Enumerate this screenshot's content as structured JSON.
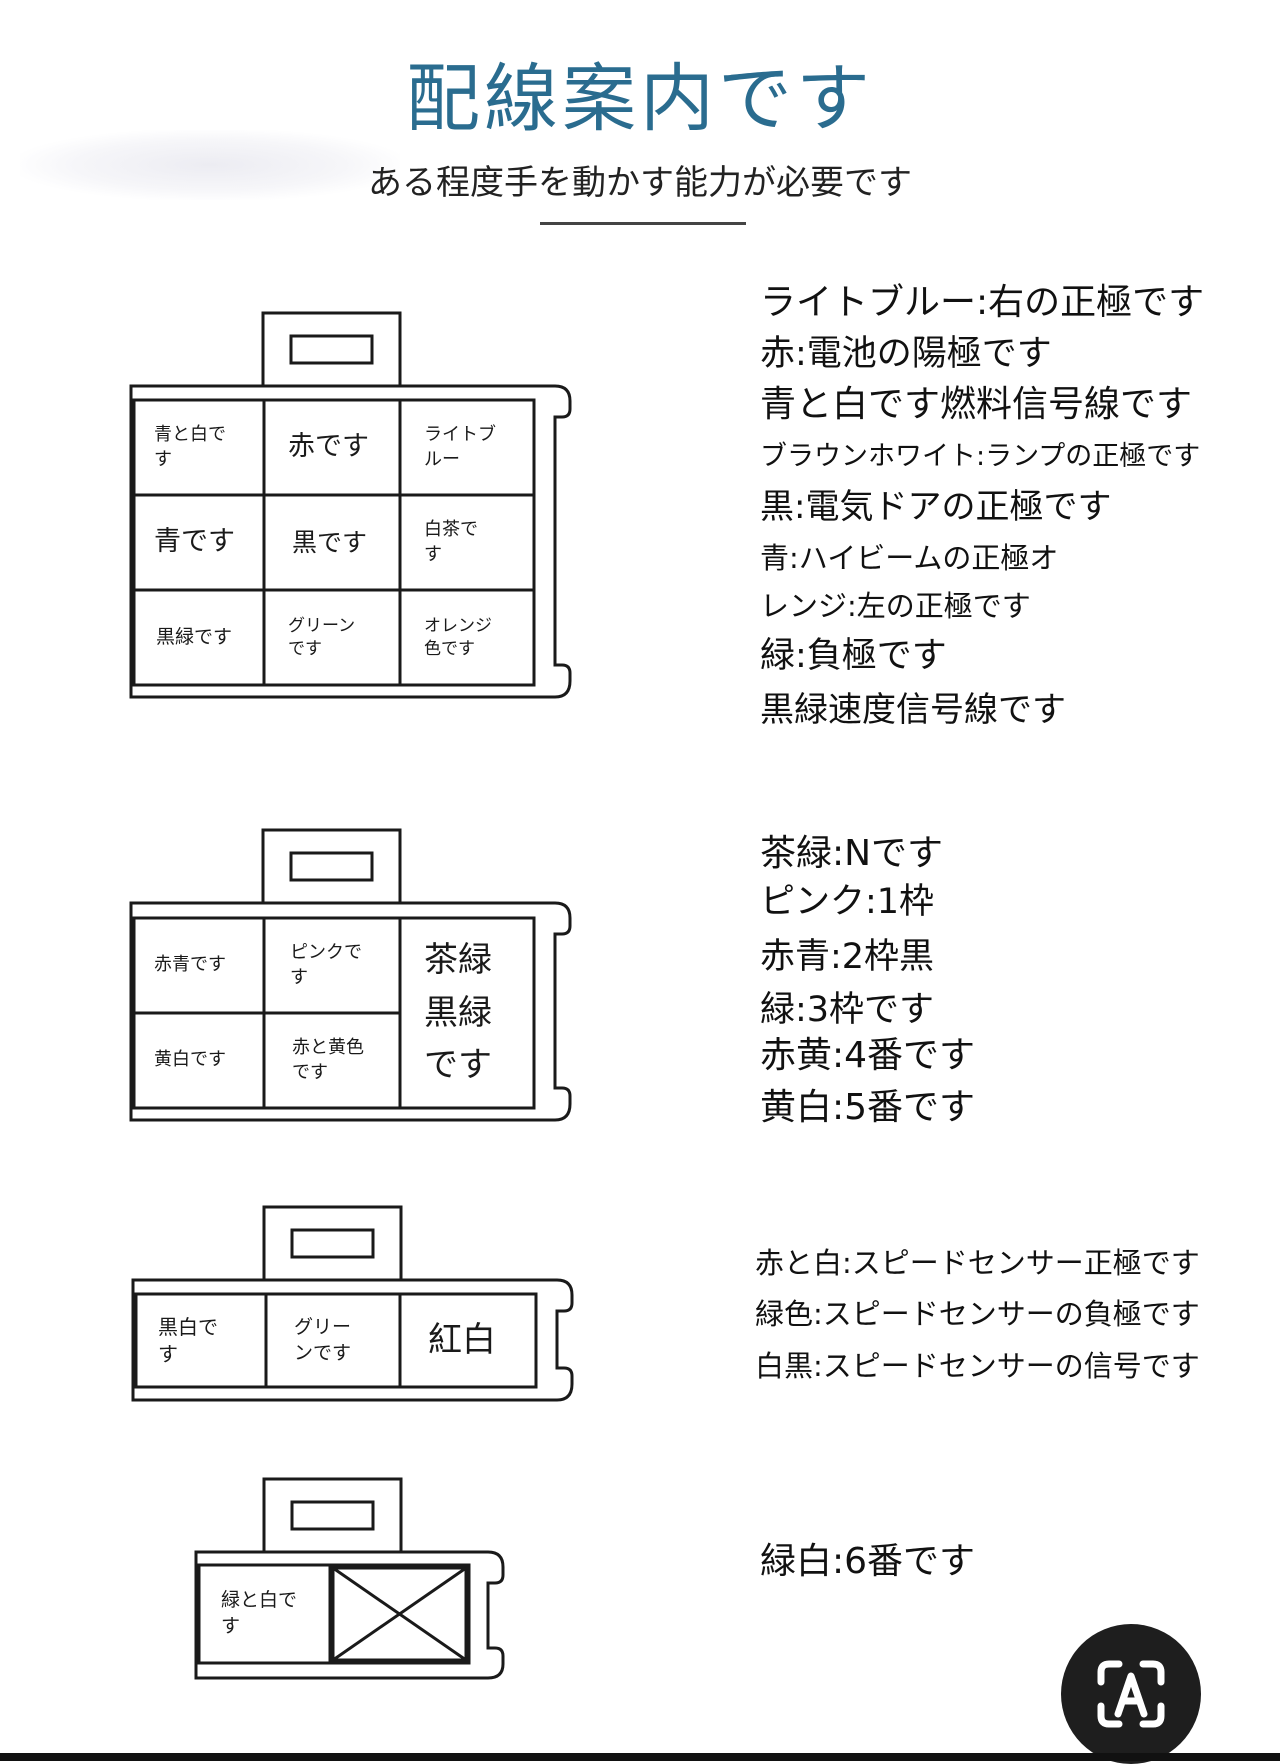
{
  "header": {
    "title": "配線案内です",
    "subtitle": "ある程度手を動かす能力が必要です"
  },
  "connectors": [
    {
      "cells": [
        {
          "text": "青と白で\nす"
        },
        {
          "text": "赤です"
        },
        {
          "text": "ライトブ\nルー"
        },
        {
          "text": "青です"
        },
        {
          "text": "黒です"
        },
        {
          "text": "白茶で\nす"
        },
        {
          "text": "黒緑です"
        },
        {
          "text": "グリーン\nです"
        },
        {
          "text": "オレンジ\n色です"
        }
      ],
      "legend": [
        "ライトブルー:右の正極です",
        "赤:電池の陽極です",
        "青と白です燃料信号線です",
        "ブラウンホワイト:ランプの正極です",
        "黒:電気ドアの正極です",
        "青:ハイビームの正極オ",
        "レンジ:左の正極です",
        "緑:負極です",
        "黒緑速度信号線です"
      ]
    },
    {
      "cells": [
        {
          "text": "赤青です"
        },
        {
          "text": "ピンクで\nす"
        },
        {
          "text": "茶緑\n黒緑\nです"
        },
        {
          "text": "黄白です"
        },
        {
          "text": "赤と黄色\nです"
        }
      ],
      "legend": [
        "茶緑:Nです",
        "ピンク:1枠",
        "赤青:2枠黒",
        "緑:3枠です",
        "赤黄:4番です",
        "黄白:5番です"
      ]
    },
    {
      "cells": [
        {
          "text": "黒白で\nす"
        },
        {
          "text": "グリー\nンです"
        },
        {
          "text": "紅白"
        }
      ],
      "legend": [
        "赤と白:スピードセンサー正極です",
        "緑色:スピードセンサーの負極です",
        "白黒:スピードセンサーの信号です"
      ]
    },
    {
      "cells": [
        {
          "text": "緑と白で\nす"
        },
        {
          "text": ""
        }
      ],
      "legend": [
        "緑白:6番です"
      ]
    }
  ],
  "icons": {
    "lens_button": "scan-text-icon"
  }
}
